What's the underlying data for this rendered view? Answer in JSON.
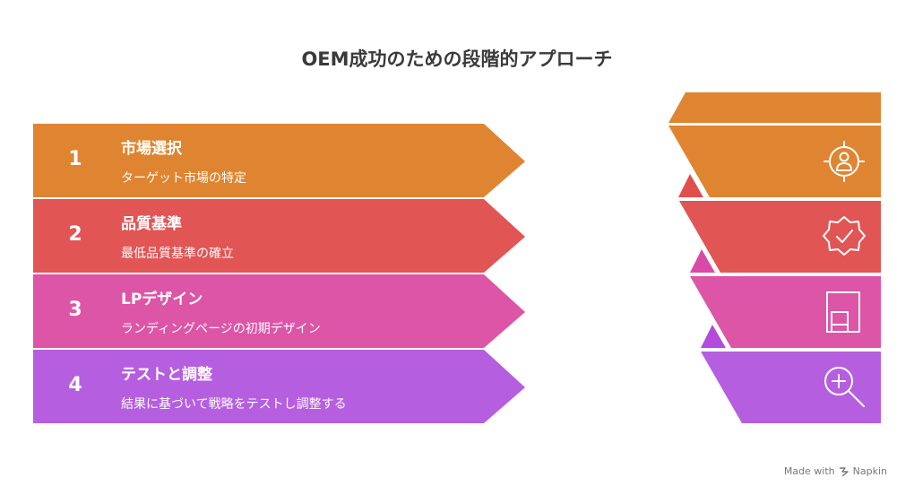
{
  "title": "OEM成功のための段階的アプローチ",
  "colors": {
    "step1": "#DF8532",
    "step2": "#E15554",
    "step3": "#DC55A6",
    "step4": "#B65EE0",
    "step1_dark": "#E14E4E",
    "step2_dark": "#D94AA8",
    "step3_dark": "#B24ADB"
  },
  "steps": [
    {
      "number": "1",
      "title": "市場選択",
      "description": "ターゲット市場の特定",
      "icon": "person-target-icon"
    },
    {
      "number": "2",
      "title": "品質基準",
      "description": "最低品質基準の確立",
      "icon": "badge-check-icon"
    },
    {
      "number": "3",
      "title": "LPデザイン",
      "description": "ランディングページの初期デザイン",
      "icon": "page-layout-icon"
    },
    {
      "number": "4",
      "title": "テストと調整",
      "description": "結果に基づいて戦略をテストし調整する",
      "icon": "search-plus-icon"
    }
  ],
  "footer": {
    "made_with": "Made with",
    "brand": "Napkin"
  }
}
